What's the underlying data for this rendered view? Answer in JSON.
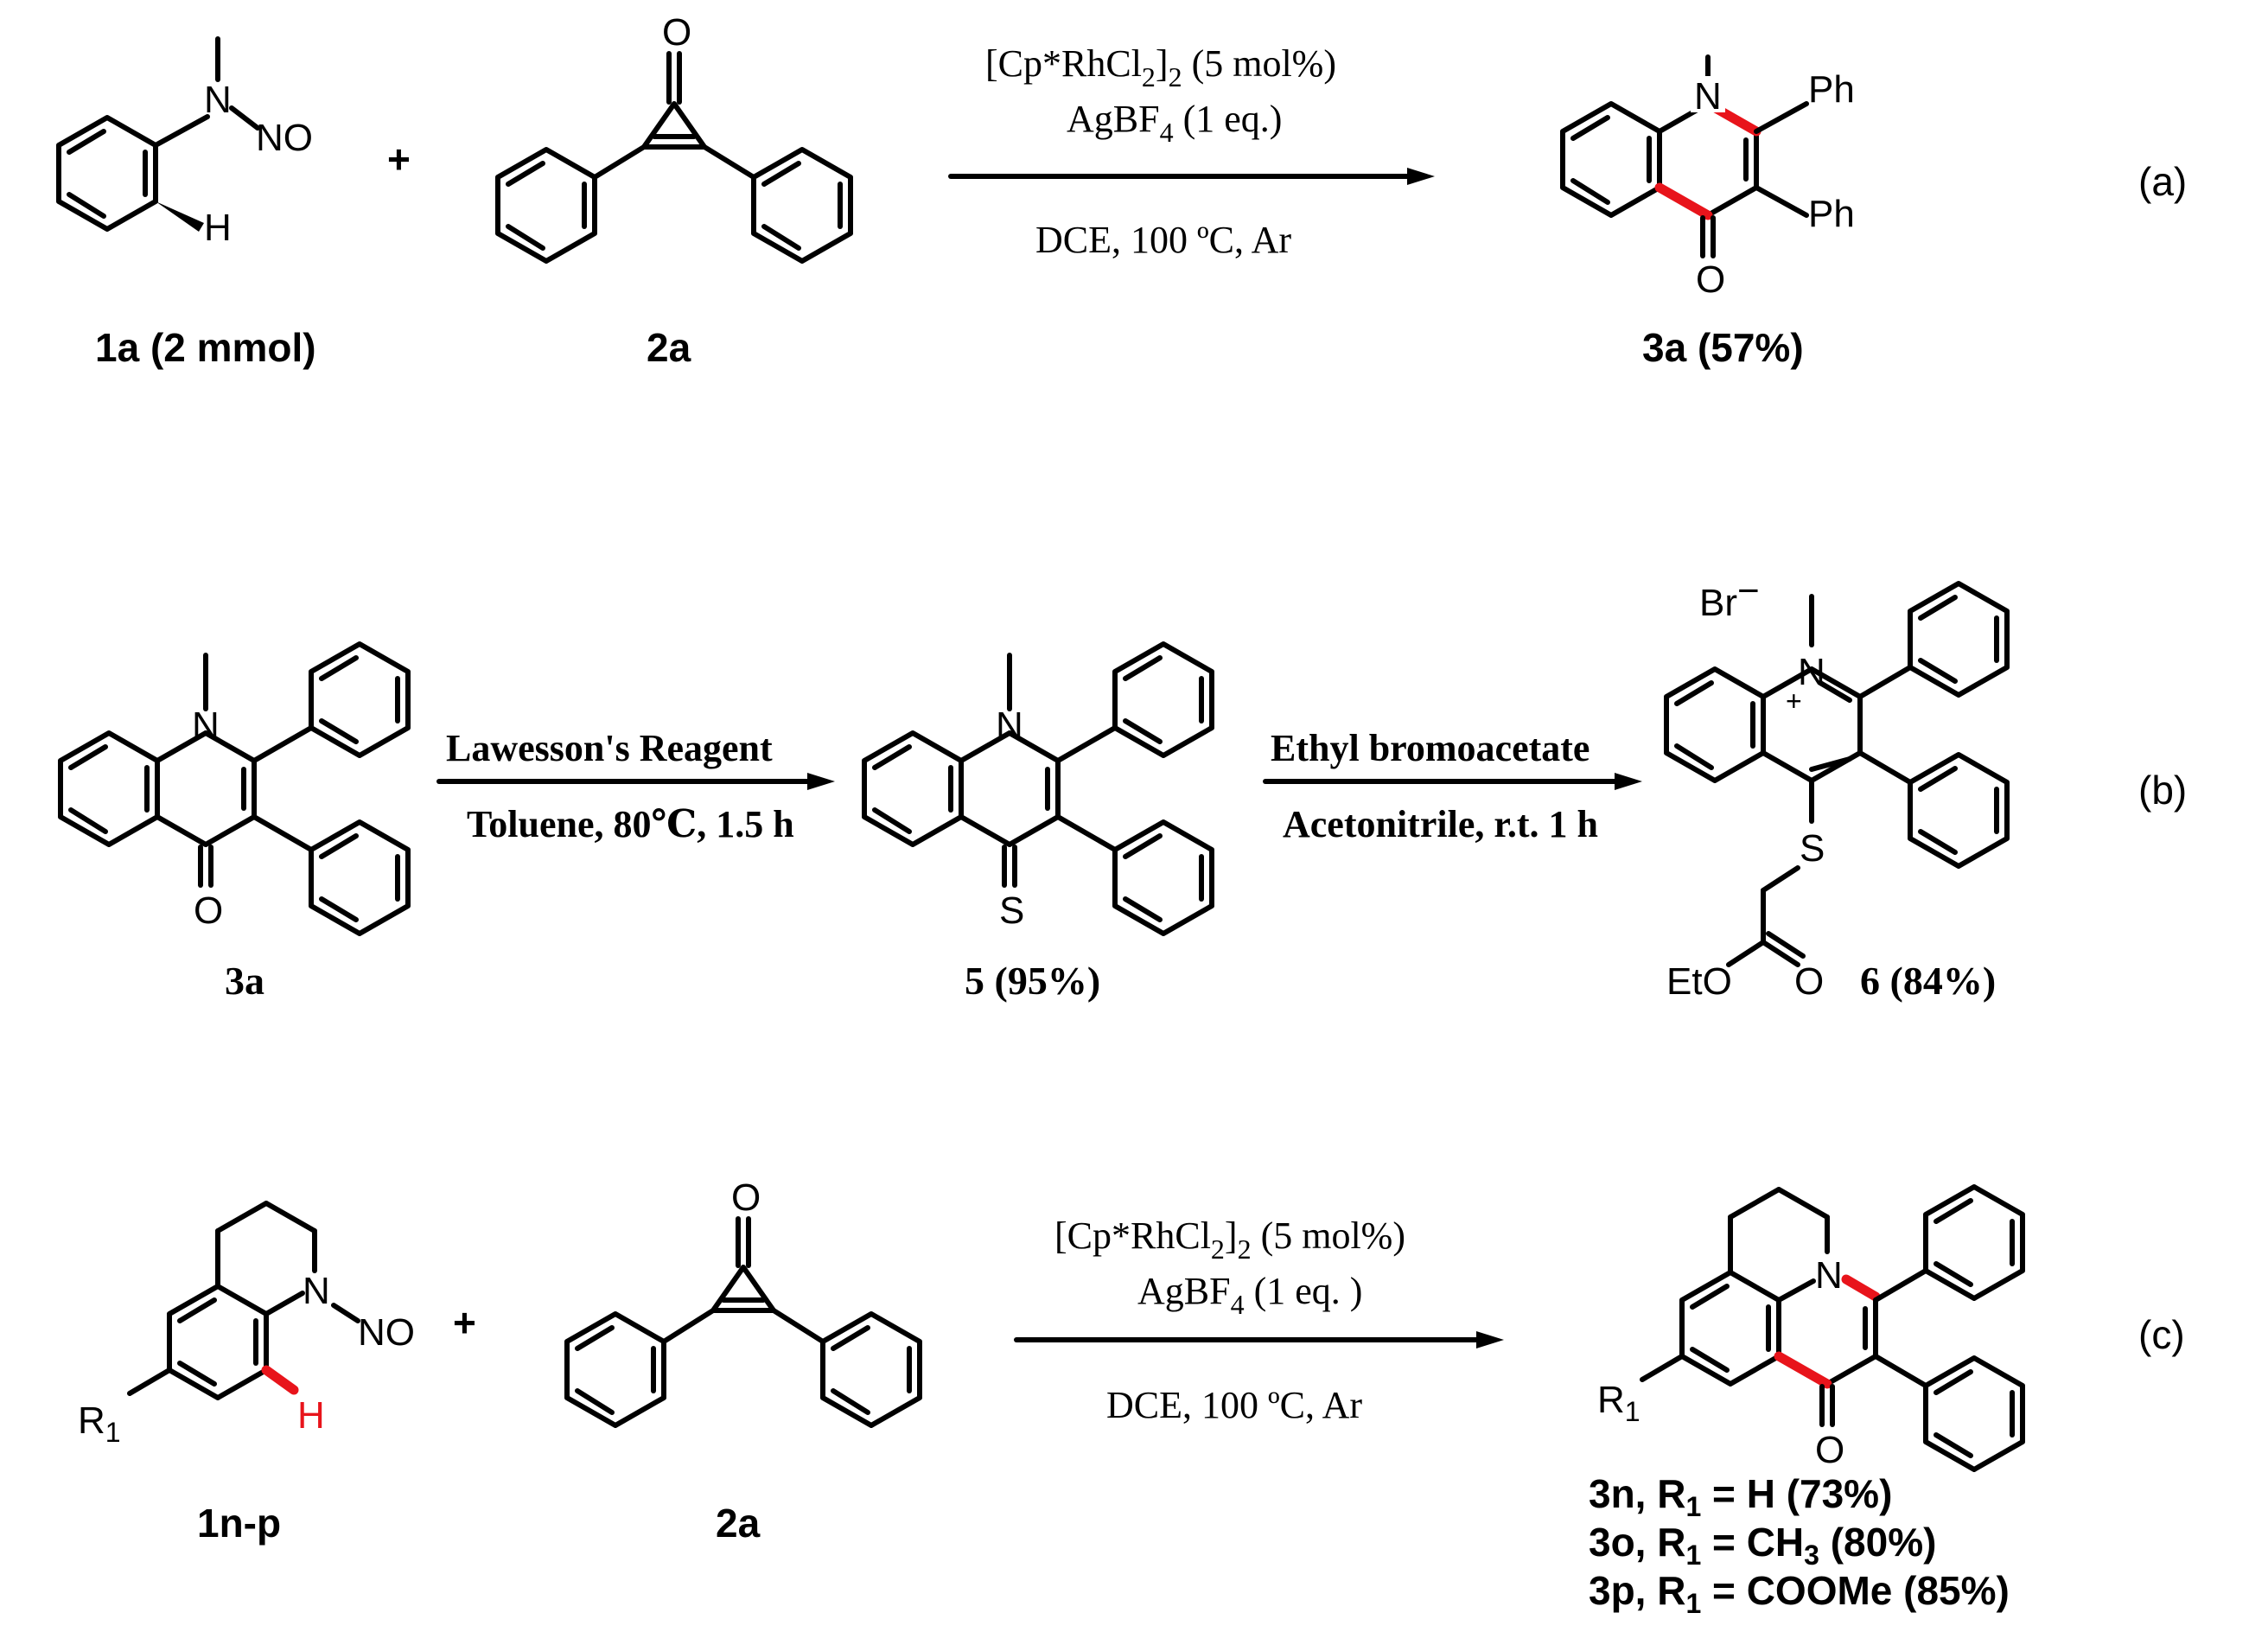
{
  "panel_labels": {
    "a": "(a)",
    "b": "(b)",
    "c": "(c)"
  },
  "colors": {
    "new_bond": "#e8141b",
    "ink": "#000000"
  },
  "atoms": {
    "N": "N",
    "O": "O",
    "S": "S",
    "H": "H",
    "NO": "NO",
    "Ph": "Ph",
    "Br": "Br",
    "charge_minus": "−",
    "charge_plus": "+",
    "EtO": "EtO",
    "R": "R",
    "R_sub": "1"
  },
  "plus_sign": "+",
  "row_a": {
    "reactant1": "1a (2 mmol)",
    "reactant2": "2a",
    "product": "3a (57%)",
    "cond_catalyst_main": "[Cp*RhCl",
    "cond_catalyst_sub1": "2",
    "cond_catalyst_close": "]",
    "cond_catalyst_sub2": "2",
    "cond_catalyst_load": " (5 mol%)",
    "cond_additive_main": "AgBF",
    "cond_additive_sub": "4",
    "cond_additive_rest": " (1 eq.)",
    "cond_solvent": "DCE, 100 ºC, Ar"
  },
  "row_b": {
    "start": "3a",
    "step1_top": "Lawesson's Reagent",
    "step1_bottom": "Toluene, 80℃, 1.5 h",
    "intermediate": "5 (95%)",
    "step2_top": "Ethyl bromoacetate",
    "step2_bottom": "Acetonitrile, r.t. 1 h",
    "product": "6 (84%)"
  },
  "row_c": {
    "reactant1": "1n-p",
    "reactant2": "2a",
    "cond_catalyst_main": "[Cp*RhCl",
    "cond_catalyst_sub1": "2",
    "cond_catalyst_close": "]",
    "cond_catalyst_sub2": "2",
    "cond_catalyst_load": " (5 mol%)",
    "cond_additive_main": "AgBF",
    "cond_additive_sub": "4",
    "cond_additive_rest": " (1 eq. )",
    "cond_solvent": "DCE, 100 ºC, Ar",
    "products": [
      {
        "prefix": "3n, R",
        "sub": "1",
        "suffix": " = H (73%)"
      },
      {
        "prefix": "3o, R",
        "sub": "1",
        "suffix": " = CH",
        "sub2": "3",
        "suffix2": " (80%)"
      },
      {
        "prefix": "3p, R",
        "sub": "1",
        "suffix": " = COOMe (85%)"
      }
    ]
  }
}
